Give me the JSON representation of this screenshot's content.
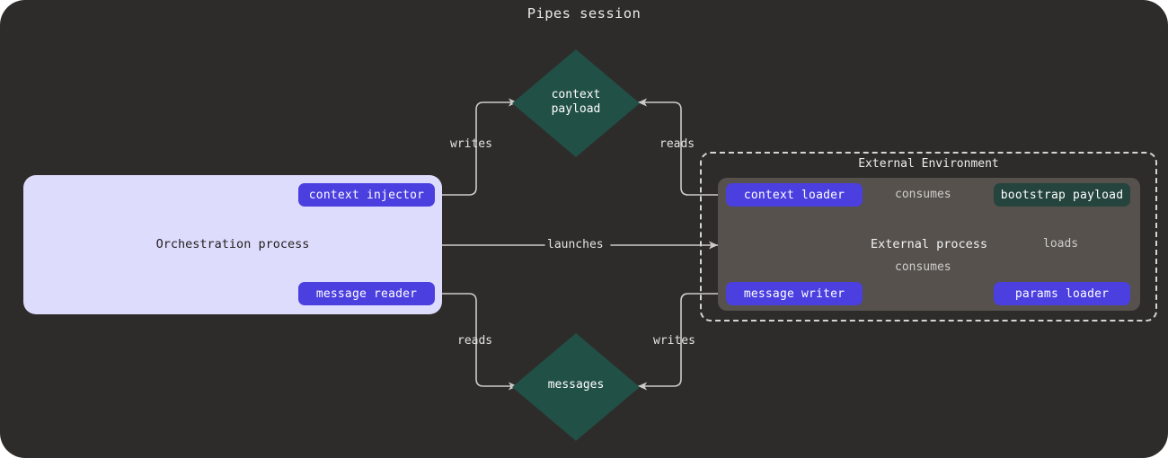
{
  "title": "Pipes session",
  "theme": {
    "canvas_bg": "#2e2c2a",
    "orchestration_bg": "#dedcfd",
    "external_process_bg": "#56514d",
    "pill_purple": "#4b3fe0",
    "node_teal": "#24443d",
    "diamond_teal": "#215047",
    "edge_stroke": "#cdcbc9",
    "dashed_border": "#d6d4d2",
    "label_text": "#e2e2e2"
  },
  "containers": {
    "orchestration": {
      "label": "Orchestration process"
    },
    "external_environment": {
      "label": "External Environment"
    },
    "external_process": {
      "label": "External process"
    }
  },
  "nodes": {
    "context_injector": {
      "label": "context injector",
      "shape": "pill",
      "color": "purple"
    },
    "message_reader": {
      "label": "message reader",
      "shape": "pill",
      "color": "purple"
    },
    "context_loader": {
      "label": "context loader",
      "shape": "pill",
      "color": "purple"
    },
    "message_writer": {
      "label": "message writer",
      "shape": "pill",
      "color": "purple"
    },
    "params_loader": {
      "label": "params loader",
      "shape": "pill",
      "color": "purple"
    },
    "bootstrap_payload": {
      "label": "bootstrap payload",
      "shape": "pill",
      "color": "teal"
    },
    "context_payload": {
      "label_line1": "context",
      "label_line2": "payload",
      "shape": "diamond",
      "color": "teal"
    },
    "messages": {
      "label_line1": "messages",
      "label_line2": "",
      "shape": "diamond",
      "color": "teal"
    }
  },
  "edges": [
    {
      "id": "writes-top",
      "from": "context_injector",
      "to": "context_payload",
      "label": "writes"
    },
    {
      "id": "reads-top",
      "from": "context_payload",
      "to": "context_loader",
      "label": "reads"
    },
    {
      "id": "launches",
      "from": "orchestration",
      "to": "external_process",
      "label": "launches"
    },
    {
      "id": "reads-bot",
      "from": "message_reader",
      "to": "messages",
      "label": "reads"
    },
    {
      "id": "writes-bot",
      "from": "message_writer",
      "to": "messages",
      "label": "writes"
    },
    {
      "id": "consumes-1",
      "from": "context_loader",
      "to": "bootstrap_payload",
      "label": "consumes"
    },
    {
      "id": "consumes-2",
      "from": "message_writer",
      "to": "bootstrap_payload",
      "label": "consumes"
    },
    {
      "id": "loads",
      "from": "params_loader",
      "to": "bootstrap_payload",
      "label": "loads"
    }
  ]
}
